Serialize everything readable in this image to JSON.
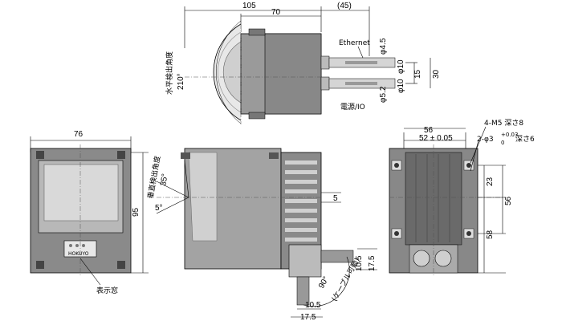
{
  "top_view": {
    "dim_overall": "105",
    "dim_body": "70",
    "dim_cable": "(45)",
    "label_horizontal_angle": "水平検出角度",
    "angle_horizontal": "210°",
    "label_ethernet": "Ethernet",
    "dia_ethernet": "φ4.5",
    "dia_conn1": "φ10",
    "dia_conn2": "φ10",
    "dia_power": "φ5.2",
    "dim_15": "15",
    "dim_30": "30",
    "label_power_io": "電源/IO"
  },
  "front_view": {
    "dim_width": "76",
    "dim_height": "95",
    "label_display_window": "表示窓",
    "logo_text": "HOKUYO"
  },
  "side_view": {
    "label_vertical_angle": "垂直検出角度",
    "angle_vertical": "35°",
    "angle_5_left": "5°",
    "dim_5_right": "5",
    "angle_cable": "90°",
    "label_cable_bend": "(ケーブル可動)",
    "dim_10_5_right": "10.5",
    "dim_17_5_right": "17.5",
    "dim_10_5_bottom": "10.5",
    "dim_17_5_bottom": "17.5"
  },
  "back_view": {
    "dim_56_top": "56",
    "dim_52": "52 ± 0.05",
    "label_m5": "4-M5 深さ8",
    "label_pin_hole": "2-φ3",
    "tol_plus": "+0.03",
    "tol_zero": "0",
    "label_depth6": "深さ6",
    "dim_23": "23",
    "dim_56_side": "56",
    "dim_58": "58"
  }
}
